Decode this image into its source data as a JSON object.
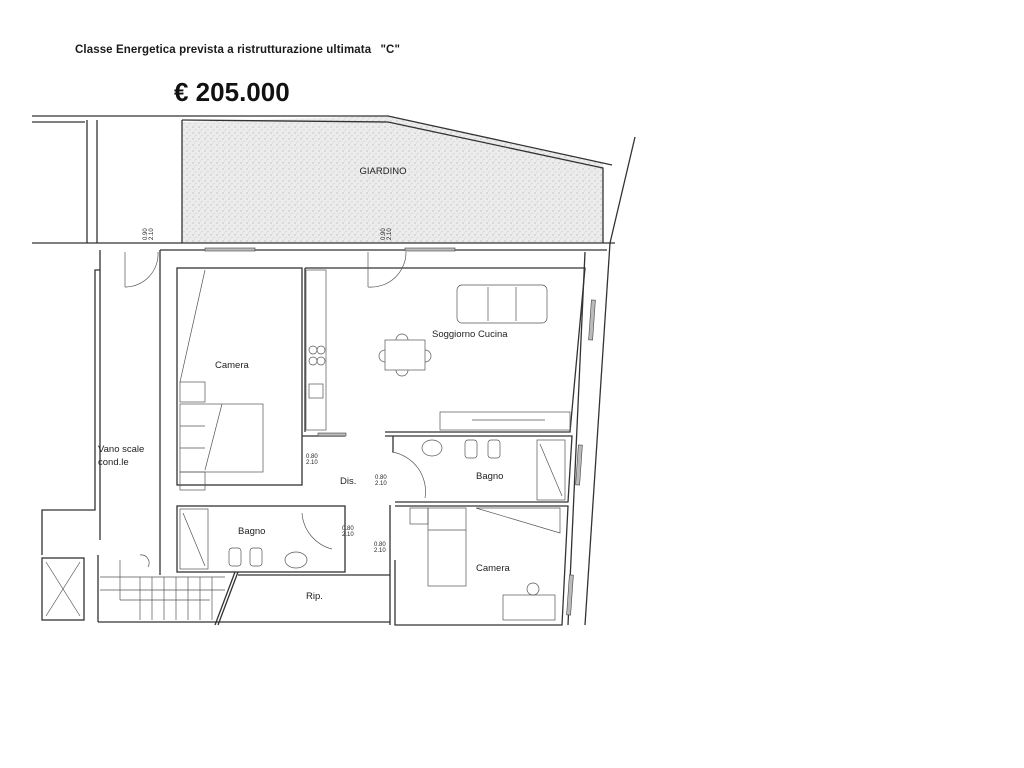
{
  "header": {
    "energy_class_text": "Classe Energetica prevista a ristrutturazione ultimata",
    "energy_class_value": "\"C\"",
    "price": "€ 205.000"
  },
  "rooms": {
    "garden": "GIARDINO",
    "living_kitchen": "Soggiorno Cucina",
    "bedroom_1": "Camera",
    "bedroom_2": "Camera",
    "bathroom_1": "Bagno",
    "bathroom_2": "Bagno",
    "hallway": "Dis.",
    "storage": "Rip.",
    "stairwell_line1": "Vano scale",
    "stairwell_line2": "cond.le"
  },
  "door_dimensions": {
    "standard_width": "0.80",
    "standard_height": "2.10",
    "garden_door_1_width": "0.90",
    "garden_door_1_height": "2.10",
    "garden_door_2_width": "0.90",
    "garden_door_2_height": "2.10"
  },
  "colors": {
    "wall_stroke": "#333333",
    "garden_fill": "#e6e6e6",
    "background": "#ffffff"
  }
}
